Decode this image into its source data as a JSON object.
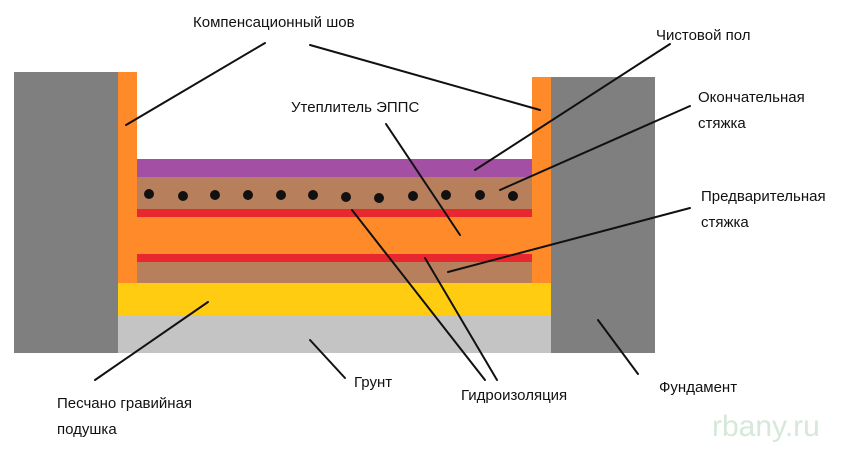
{
  "labels": {
    "compensation_joint": "Компенсационный шов",
    "finish_floor": "Чистовой пол",
    "final_screed_line1": "Окончательная",
    "final_screed_line2": "стяжка",
    "insulation": "Утеплитель ЭППС",
    "preliminary_screed_line1": "Предварительная",
    "preliminary_screed_line2": "стяжка",
    "sand_gravel_line1": "Песчано гравийная",
    "sand_gravel_line2": "подушка",
    "soil": "Грунт",
    "waterproofing": "Гидроизоляция",
    "foundation": "Фундамент"
  },
  "watermark": "rbany.ru",
  "colors": {
    "foundation": "#7f7f7f",
    "compensation_joint": "#ff8a2a",
    "finish_floor": "#a34fa3",
    "screed": "#b87f5d",
    "waterproofing": "#e8282e",
    "insulation": "#ff8a2a",
    "sand_gravel": "#ffcc11",
    "soil": "#c4c4c4",
    "reinforcement": "#111111",
    "leader_line": "#111111",
    "watermark": "#d6e8d9"
  }
}
